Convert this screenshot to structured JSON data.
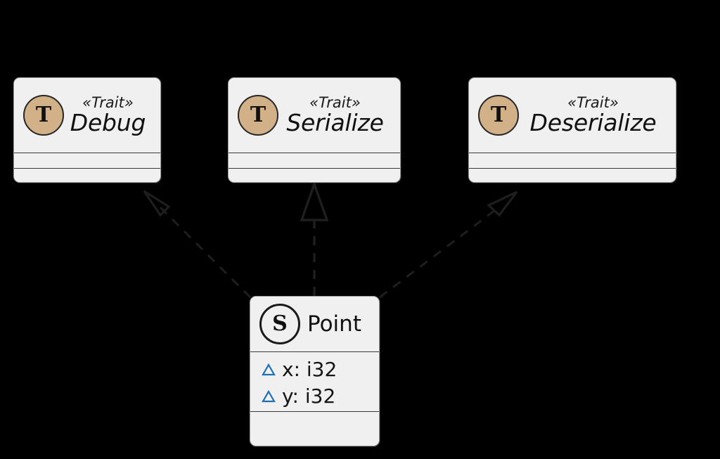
{
  "diagram": {
    "type": "uml-class-diagram",
    "background_color": "#000000",
    "node_fill": "#F0F0F0",
    "node_border": "#9A9A9A",
    "trait_icon_color": "#D3B188",
    "field_marker_color": "#1F6FB5",
    "edge_color": "#1E1E1E",
    "relationship_kind": "realization"
  },
  "nodes": {
    "debug": {
      "stereotype": "«Trait»",
      "name": "Debug",
      "icon_letter": "T",
      "icon_name": "trait-icon",
      "members": []
    },
    "serialize": {
      "stereotype": "«Trait»",
      "name": "Serialize",
      "icon_letter": "T",
      "icon_name": "trait-icon",
      "members": []
    },
    "deserialize": {
      "stereotype": "«Trait»",
      "name": "Deserialize",
      "icon_letter": "T",
      "icon_name": "trait-icon",
      "members": []
    },
    "point": {
      "stereotype": "",
      "name": "Point",
      "icon_letter": "S",
      "icon_name": "struct-icon",
      "members": [
        {
          "marker": "triangle-marker",
          "text": "x: i32"
        },
        {
          "marker": "triangle-marker",
          "text": "y: i32"
        }
      ]
    }
  },
  "edges": [
    {
      "from": "point",
      "to": "debug",
      "style": "dashed",
      "arrow": "hollow-triangle"
    },
    {
      "from": "point",
      "to": "serialize",
      "style": "dashed",
      "arrow": "hollow-triangle"
    },
    {
      "from": "point",
      "to": "deserialize",
      "style": "dashed",
      "arrow": "hollow-triangle"
    }
  ]
}
